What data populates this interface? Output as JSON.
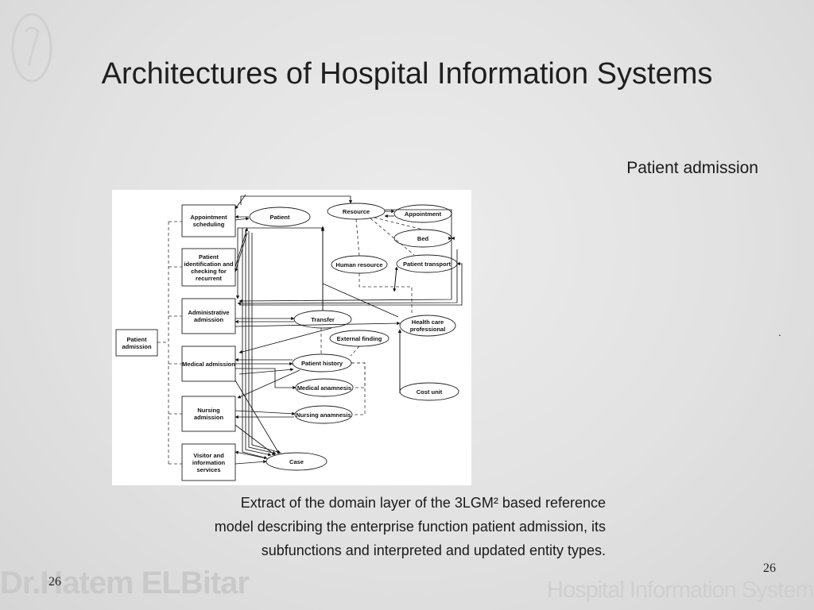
{
  "slide": {
    "title": "Architectures of Hospital Information Systems",
    "subtitle": "Patient admission",
    "dot": ".",
    "caption_lines": [
      "Extract of the domain layer of the 3LGM² based reference",
      "model describing the enterprise function patient admission, its",
      "subfunctions and interpreted and updated entity types."
    ],
    "page_number_left": "26",
    "page_number_right": "26",
    "watermark_name": "Dr.Hatem ELBitar",
    "watermark_system": "Hospital Information Systems"
  },
  "diagram": {
    "root_function": [
      "Patient",
      "admission"
    ],
    "functions": [
      {
        "id": "appointment-scheduling",
        "lines": [
          "Appointment",
          "scheduling"
        ]
      },
      {
        "id": "patient-identification",
        "lines": [
          "Patient",
          "identification and",
          "checking for",
          "recurrent"
        ]
      },
      {
        "id": "administrative-admission",
        "lines": [
          "Administrative",
          "admission"
        ]
      },
      {
        "id": "medical-admission",
        "lines": [
          "Medical admission"
        ]
      },
      {
        "id": "nursing-admission",
        "lines": [
          "Nursing admission"
        ]
      },
      {
        "id": "visitor-information",
        "lines": [
          "Visitor and",
          "information",
          "services"
        ]
      }
    ],
    "entities": [
      {
        "id": "patient",
        "lines": [
          "Patient"
        ]
      },
      {
        "id": "resource",
        "lines": [
          "Resource"
        ]
      },
      {
        "id": "appointment",
        "lines": [
          "Appointment"
        ]
      },
      {
        "id": "bed",
        "lines": [
          "Bed"
        ]
      },
      {
        "id": "human-resource",
        "lines": [
          "Human resource"
        ]
      },
      {
        "id": "patient-transport",
        "lines": [
          "Patient transport"
        ]
      },
      {
        "id": "transfer",
        "lines": [
          "Transfer"
        ]
      },
      {
        "id": "health-care-professional",
        "lines": [
          "Health care",
          "professional"
        ]
      },
      {
        "id": "external-finding",
        "lines": [
          "External finding"
        ]
      },
      {
        "id": "patient-history",
        "lines": [
          "Patient history"
        ]
      },
      {
        "id": "medical-anamnesis",
        "lines": [
          "Medical anamnesis"
        ]
      },
      {
        "id": "cost-unit",
        "lines": [
          "Cost unit"
        ]
      },
      {
        "id": "nursing-anamnesis",
        "lines": [
          "Nursing anamnesis"
        ]
      },
      {
        "id": "case",
        "lines": [
          "Case"
        ]
      }
    ]
  }
}
